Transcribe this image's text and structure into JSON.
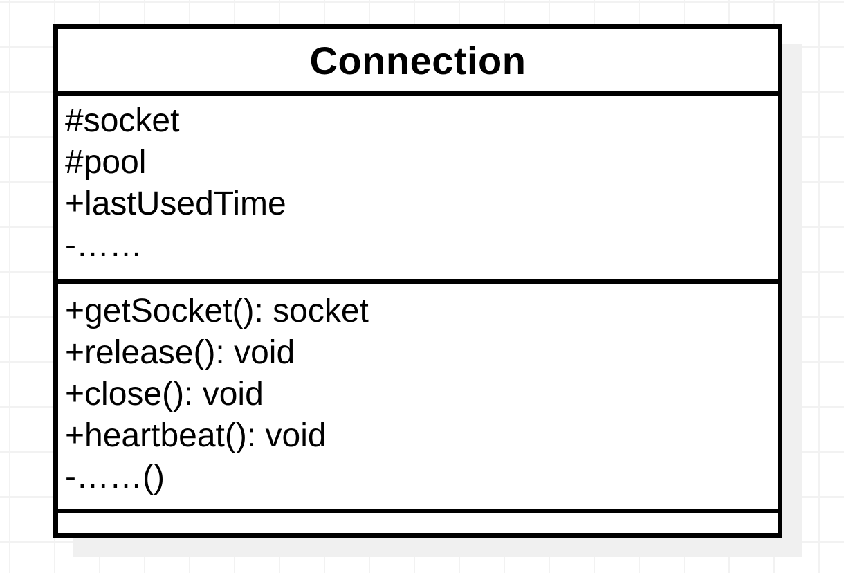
{
  "class_diagram": {
    "title": "Connection",
    "attributes": [
      "#socket",
      "#pool",
      "+lastUsedTime",
      "-……"
    ],
    "methods": [
      "+getSocket(): socket",
      "+release(): void",
      "+close(): void",
      "+heartbeat(): void",
      "-……()"
    ],
    "colors": {
      "line": "#000000",
      "fill": "#ffffff",
      "shadow": "#f0f0f0",
      "grid": "#f2f2f2"
    }
  }
}
